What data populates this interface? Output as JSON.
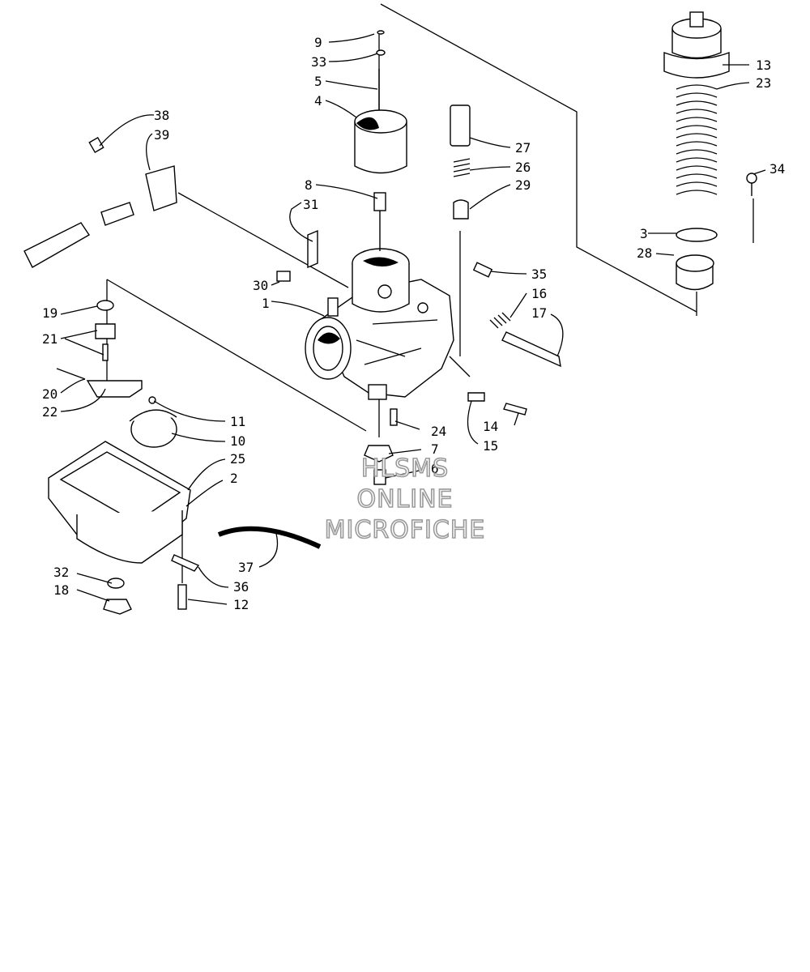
{
  "diagram": {
    "callouts": [
      "1",
      "2",
      "3",
      "4",
      "5",
      "6",
      "7",
      "8",
      "9",
      "10",
      "11",
      "12",
      "13",
      "14",
      "15",
      "16",
      "17",
      "18",
      "19",
      "20",
      "21",
      "22",
      "23",
      "24",
      "25",
      "26",
      "27",
      "28",
      "29",
      "30",
      "31",
      "32",
      "33",
      "34",
      "35",
      "36",
      "37",
      "38",
      "39"
    ],
    "watermark": [
      "HLSMS",
      "ONLINE",
      "MICROFICHE"
    ]
  }
}
